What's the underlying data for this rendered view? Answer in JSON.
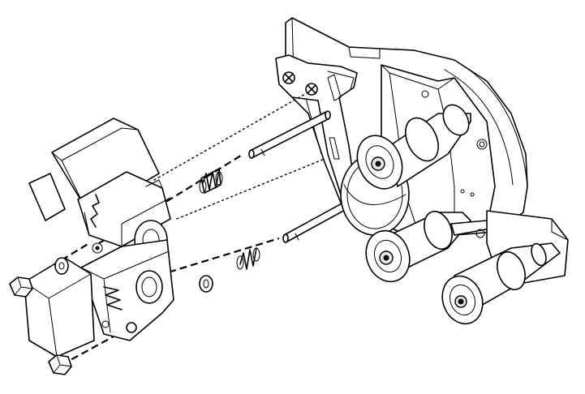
{
  "diagram": {
    "type": "exploded-assembly-line-drawing",
    "colors": {
      "line": "#000000",
      "background": "#ffffff",
      "shade": "#e6e6e6"
    },
    "parts": [
      "main-frame-plate",
      "flanged-pulley-upper",
      "flanged-pulley-middle",
      "flanged-pulley-lower",
      "guide-rod-upper",
      "guide-rod-lower",
      "compression-spring-upper",
      "compression-spring-lower",
      "clamp-block-upper",
      "clamp-block-lower",
      "washer-upper",
      "washer-lower",
      "washer-spring",
      "hex-nut-upper",
      "hex-nut-lower",
      "frame-screw-left",
      "frame-screw-right",
      "mounting-plate"
    ],
    "assembly_paths": [
      "dotted-path-upper",
      "dotted-path-lower",
      "dashed-path-upper",
      "dashed-path-lower",
      "dashed-path-nut"
    ]
  }
}
